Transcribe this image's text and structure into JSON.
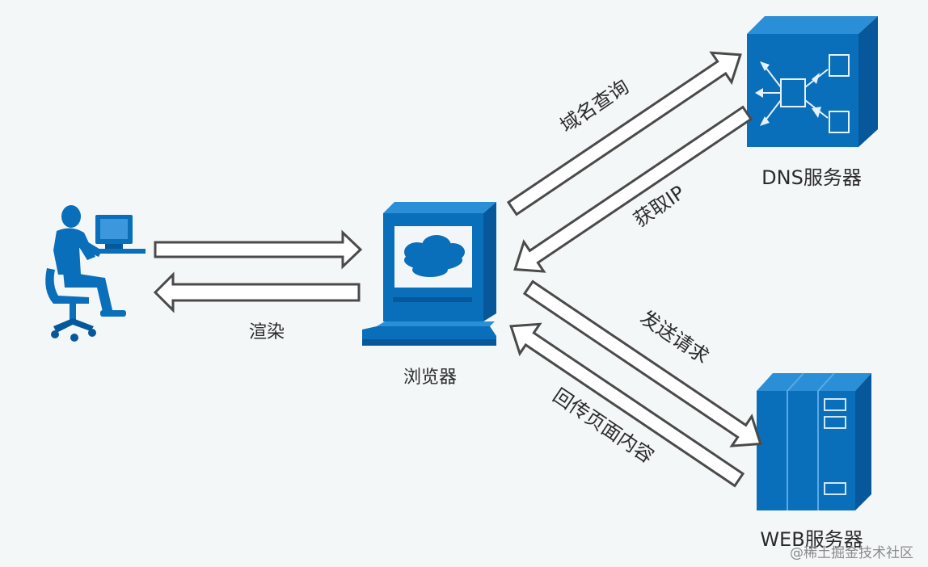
{
  "nodes": {
    "browser": "浏览器",
    "dns_server": "DNS服务器",
    "web_server": "WEB服务器"
  },
  "edges": {
    "render": "渲染",
    "domain_query": "域名查询",
    "get_ip": "获取IP",
    "send_request": "发送请求",
    "return_page": "回传页面内容"
  },
  "watermark": "@稀土掘金技术社区",
  "colors": {
    "primary_blue": "#0a6fba",
    "arrow_fill": "#ffffff",
    "arrow_stroke": "#4a4a4a",
    "background": "#f4f7f7"
  }
}
